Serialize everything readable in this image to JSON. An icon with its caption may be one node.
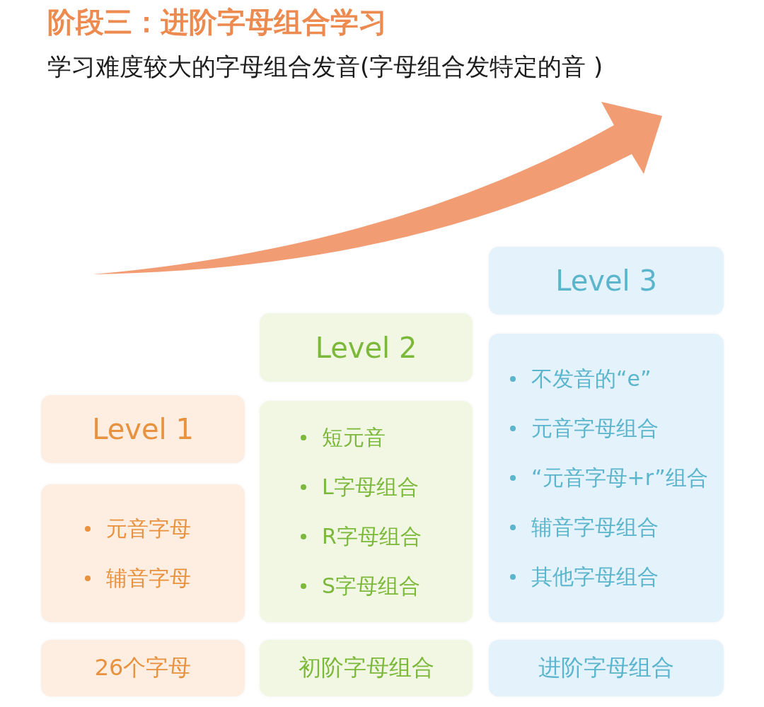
{
  "diagram": {
    "title": "阶段三：进阶字母组合学习",
    "nodes": [
      {
        "text": [
          "Level 1"
        ]
      },
      {
        "text": [
          "元音字母",
          "辅音字母"
        ]
      },
      {
        "text": [
          "26个字母"
        ]
      },
      {
        "text": [
          "Level 2"
        ]
      },
      {
        "text": [
          "短元音",
          "L字母组合",
          "R字母组合",
          "S字母组合"
        ]
      },
      {
        "text": [
          "初阶字母组合"
        ]
      },
      {
        "text": [
          "Level 3"
        ]
      },
      {
        "text": [
          "不发音的“e”",
          "元音字母组合",
          "“元音字母+r”组合",
          "辅音字母组合",
          "其他字母组合"
        ]
      },
      {
        "text": [
          "进阶字母组合"
        ]
      }
    ],
    "edges": [],
    "labels": [
      "学习难度较大的字母组合发音(字母组合发特定的音 )"
    ]
  }
}
